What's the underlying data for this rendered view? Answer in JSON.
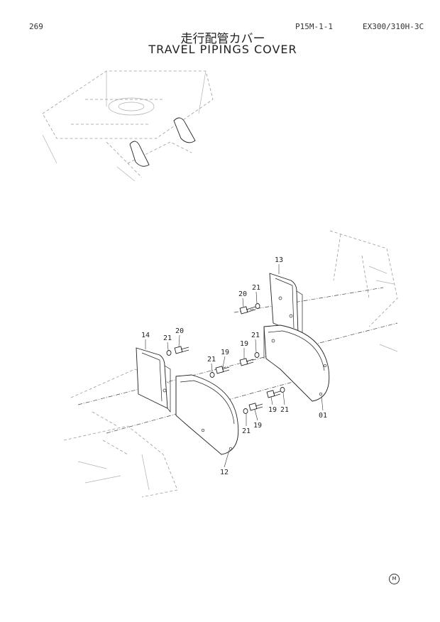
{
  "header": {
    "page_number": "269",
    "page_code": "P15M-1-1",
    "model": "EX300/310H-3C",
    "title_jp": "走行配管カバー",
    "title_en": "TRAVEL PIPINGS COVER"
  },
  "callouts": {
    "c13": "13",
    "c20a": "20",
    "c21a": "21",
    "c14": "14",
    "c21b": "21",
    "c20b": "20",
    "c21c": "21",
    "c19a": "19",
    "c19b": "19",
    "c21d": "21",
    "c19c": "19",
    "c21e": "21",
    "c01": "01",
    "c21f": "21",
    "c19d": "19",
    "c12": "12"
  },
  "footer": {
    "sheet_mark": "M"
  }
}
